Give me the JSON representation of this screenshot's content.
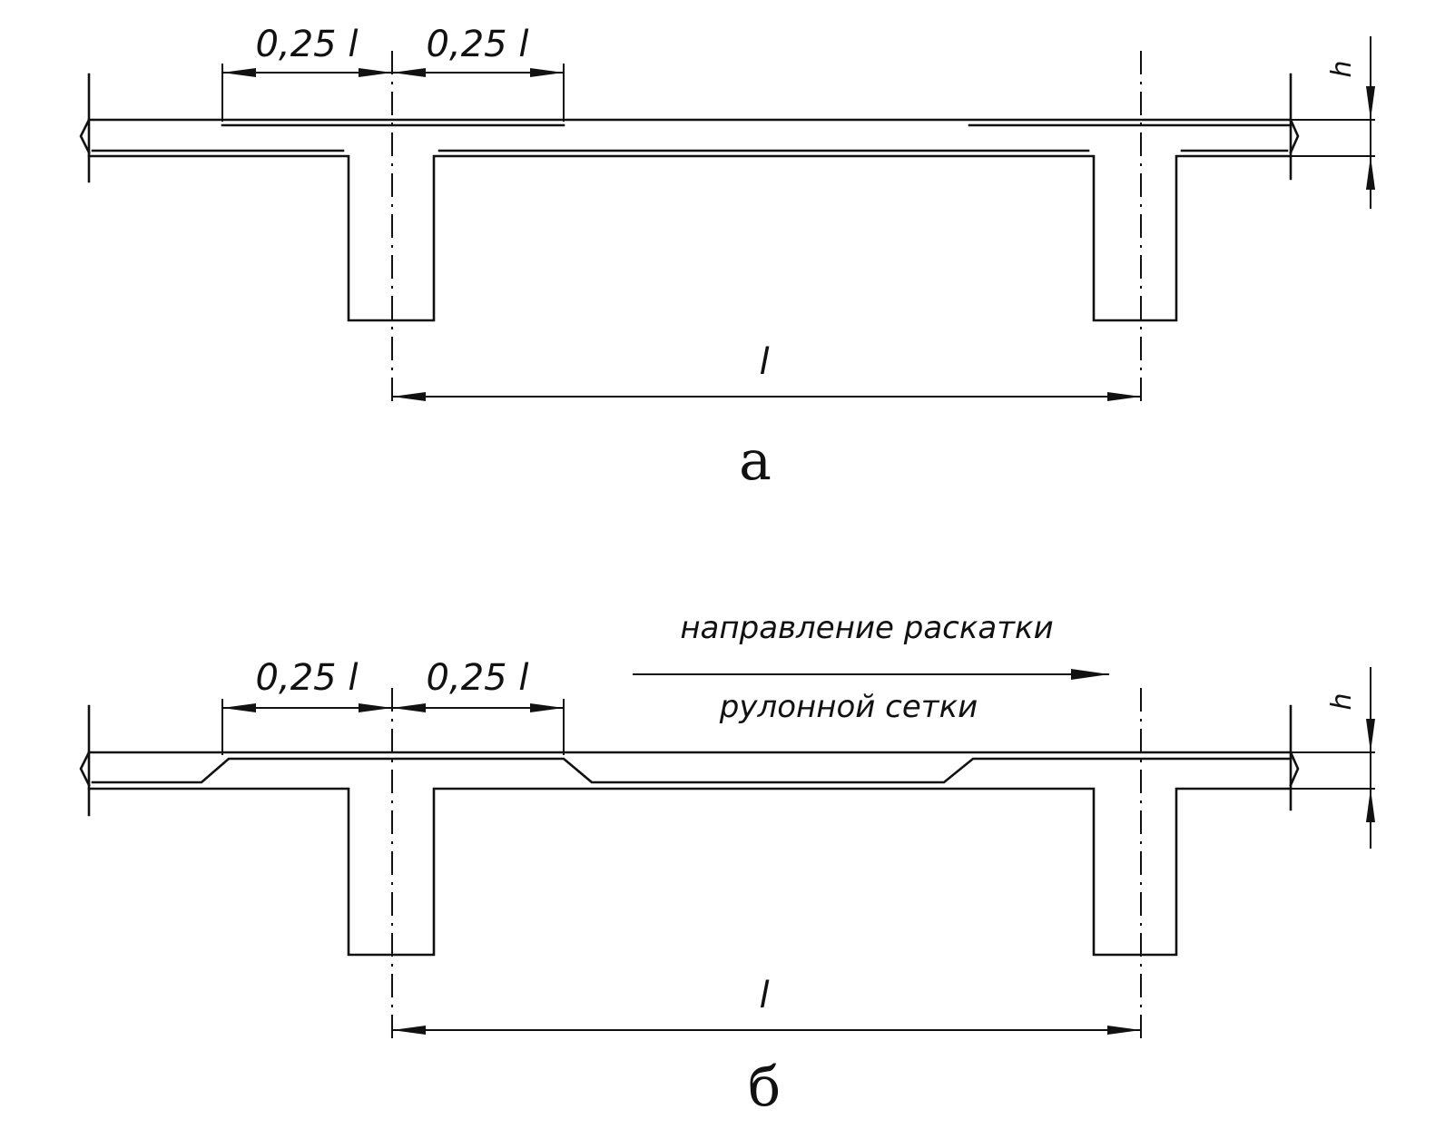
{
  "diagram_a": {
    "caption": "а",
    "dim_left": "0,25 l",
    "dim_right": "0,25 l",
    "span": "l",
    "thickness": "h"
  },
  "diagram_b": {
    "caption": "б",
    "dim_left": "0,25 l",
    "dim_right": "0,25 l",
    "span": "l",
    "thickness": "h",
    "direction_note_line1": "направление раскатки",
    "direction_note_line2": "рулонной сетки"
  }
}
